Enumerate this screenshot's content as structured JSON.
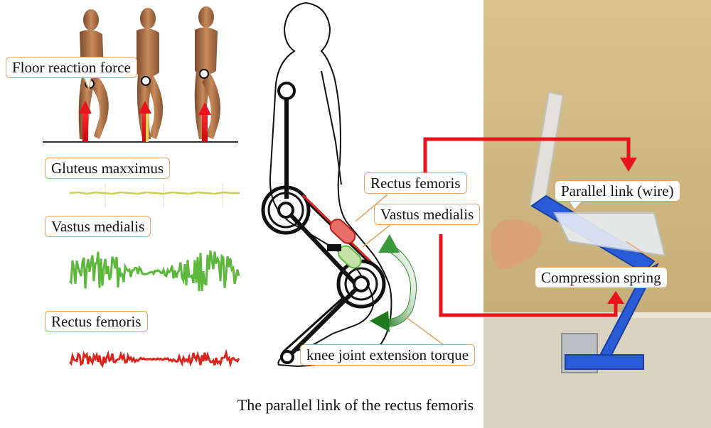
{
  "labels": {
    "floor_reaction": "Floor reaction force",
    "gluteus": "Gluteus maxximus",
    "vastus_left": "Vastus medialis",
    "rectus_left": "Rectus femoris",
    "rectus_center": "Rectus femoris",
    "vastus_center": "Vastus medialis",
    "parallel_link": "Parallel link (wire)",
    "compression_spring": "Compression spring",
    "knee_torque": "knee joint extension torque"
  },
  "caption": "The parallel link of the rectus femoris",
  "colors": {
    "force_arrow": "#e8141c",
    "callout_border": "#e8a262",
    "gluteus_signal": "#c8d14a",
    "vastus_signal": "#5cb83a",
    "rectus_signal": "#d9261c",
    "robot_blue": "#2a5bd7",
    "photo_bg": "#cbb886"
  }
}
